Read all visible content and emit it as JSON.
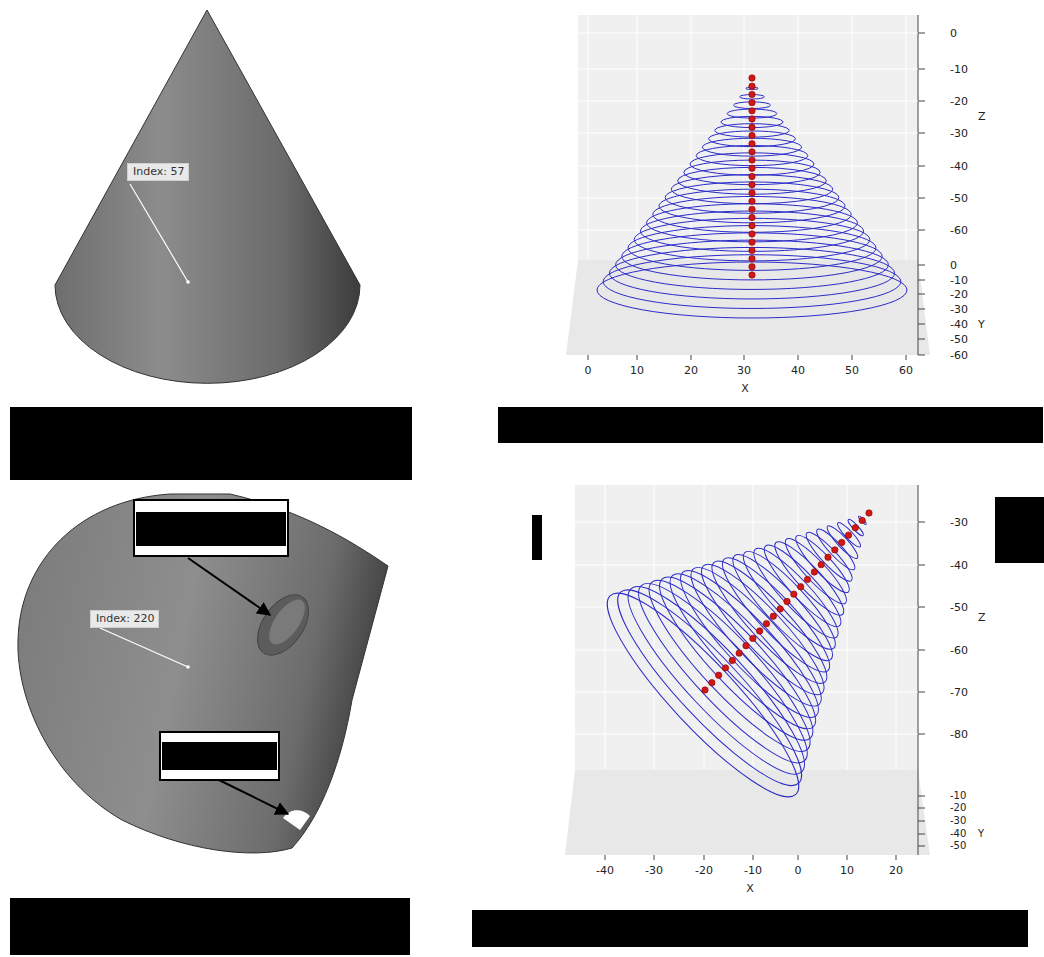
{
  "diagram": {
    "nodes": [
      {
        "text": [
          "Index: 57"
        ]
      },
      {
        "text": [
          "Index: 220"
        ]
      }
    ],
    "labels": [
      "0",
      "-10",
      "-20",
      "-30",
      "-40",
      "-50",
      "-60",
      "Z",
      "0",
      "-10",
      "-20",
      "-30",
      "-40",
      "-50",
      "-60",
      "Y",
      "0",
      "10",
      "20",
      "30",
      "40",
      "50",
      "60",
      "X",
      "-30",
      "-40",
      "-50",
      "-60",
      "-70",
      "-80",
      "Z",
      "-10",
      "-20",
      "-30",
      "-40",
      "-50",
      "Y",
      "-40",
      "-30",
      "-20",
      "-10",
      "0",
      "10",
      "20",
      "X"
    ]
  }
}
